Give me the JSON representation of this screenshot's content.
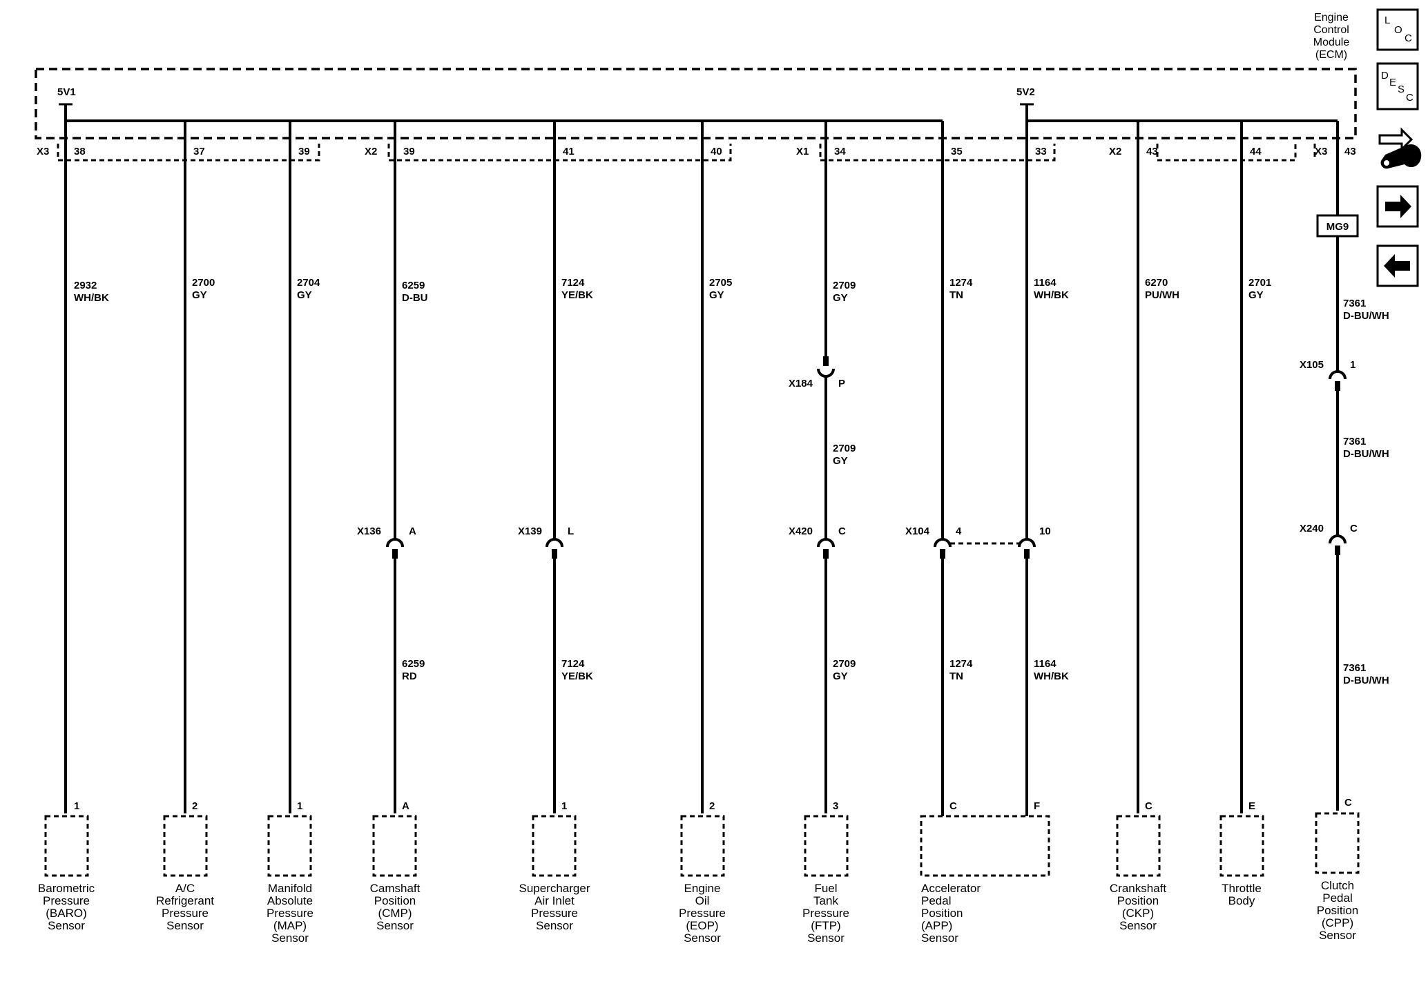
{
  "ecm": {
    "name_lines": [
      "Engine",
      "Control",
      "Module",
      "(ECM)"
    ],
    "ref_5v1": "5V1",
    "ref_5v2": "5V2"
  },
  "nav_icons": [
    {
      "name": "loc-icon",
      "letters": [
        "L",
        "O",
        "C"
      ]
    },
    {
      "name": "desc-icon",
      "letters": [
        "D",
        "E",
        "S",
        "C"
      ]
    },
    {
      "name": "wrench-icon",
      "letters": []
    },
    {
      "name": "next-arrow-icon",
      "letters": []
    },
    {
      "name": "prev-arrow-icon",
      "letters": []
    }
  ],
  "connector_labels": {
    "x3a": "X3",
    "x2a": "X2",
    "x1": "X1",
    "x2b": "X2",
    "x3b": "X3"
  },
  "circuits": [
    {
      "pin": "38",
      "wire_num": "2932",
      "wire_color": "WH/BK",
      "sensor_pin": "1",
      "sensor": [
        "Barometric",
        "Pressure",
        "(BARO)",
        "Sensor"
      ]
    },
    {
      "pin": "37",
      "wire_num": "2700",
      "wire_color": "GY",
      "sensor_pin": "2",
      "sensor": [
        "A/C",
        "Refrigerant",
        "Pressure",
        "Sensor"
      ]
    },
    {
      "pin": "39",
      "wire_num": "2704",
      "wire_color": "GY",
      "sensor_pin": "1",
      "sensor": [
        "Manifold",
        "Absolute",
        "Pressure",
        "(MAP)",
        "Sensor"
      ]
    },
    {
      "pin": "39",
      "wire_num": "6259",
      "wire_color": "D-BU",
      "sensor_pin": "A",
      "inline": {
        "connector": "X136",
        "pin": "A"
      },
      "wire_num2": "6259",
      "wire_color2": "RD",
      "sensor": [
        "Camshaft",
        "Position",
        "(CMP)",
        "Sensor"
      ]
    },
    {
      "pin": "41",
      "wire_num": "7124",
      "wire_color": "YE/BK",
      "sensor_pin": "1",
      "inline": {
        "connector": "X139",
        "pin": "L"
      },
      "wire_num2": "7124",
      "wire_color2": "YE/BK",
      "sensor": [
        "Supercharger",
        "Air Inlet",
        "Pressure",
        "Sensor"
      ]
    },
    {
      "pin": "40",
      "wire_num": "2705",
      "wire_color": "GY",
      "sensor_pin": "2",
      "sensor": [
        "Engine",
        "Oil",
        "Pressure",
        "(EOP)",
        "Sensor"
      ]
    },
    {
      "pin": "34",
      "wire_num": "2709",
      "wire_color": "GY",
      "sensor_pin": "3",
      "inline_upper": {
        "connector": "X184",
        "pin": "P"
      },
      "wire_num_mid": "2709",
      "wire_color_mid": "GY",
      "inline": {
        "connector": "X420",
        "pin": "C"
      },
      "wire_num2": "2709",
      "wire_color2": "GY",
      "sensor": [
        "Fuel",
        "Tank",
        "Pressure",
        "(FTP)",
        "Sensor"
      ]
    },
    {
      "pin": "35",
      "wire_num": "1274",
      "wire_color": "TN",
      "sensor_pin": "C",
      "inline": {
        "connector": "X104",
        "pin": "4"
      },
      "wire_num2": "1274",
      "wire_color2": "TN",
      "sensor": [
        "Accelerator",
        "Pedal",
        "Position",
        "(APP)",
        "Sensor"
      ]
    },
    {
      "pin": "33",
      "wire_num": "1164",
      "wire_color": "WH/BK",
      "sensor_pin": "F",
      "inline": {
        "connector": "",
        "pin": "10"
      },
      "wire_num2": "1164",
      "wire_color2": "WH/BK",
      "sensor": []
    },
    {
      "pin": "43",
      "wire_num": "6270",
      "wire_color": "PU/WH",
      "sensor_pin": "C",
      "sensor": [
        "Crankshaft",
        "Position",
        "(CKP)",
        "Sensor"
      ]
    },
    {
      "pin": "44",
      "wire_num": "2701",
      "wire_color": "GY",
      "sensor_pin": "E",
      "sensor": [
        "Throttle",
        "Body"
      ]
    },
    {
      "pin": "43",
      "wire_num": "7361",
      "wire_color": "D-BU/WH",
      "sensor_pin": "C",
      "splice": "MG9",
      "inline_upper": {
        "connector": "X105",
        "pin": "1"
      },
      "wire_num_mid": "7361",
      "wire_color_mid": "D-BU/WH",
      "inline": {
        "connector": "X240",
        "pin": "C"
      },
      "wire_num2": "7361",
      "wire_color2": "D-BU/WH",
      "sensor": [
        "Clutch",
        "Pedal",
        "Position",
        "(CPP)",
        "Sensor"
      ]
    }
  ]
}
